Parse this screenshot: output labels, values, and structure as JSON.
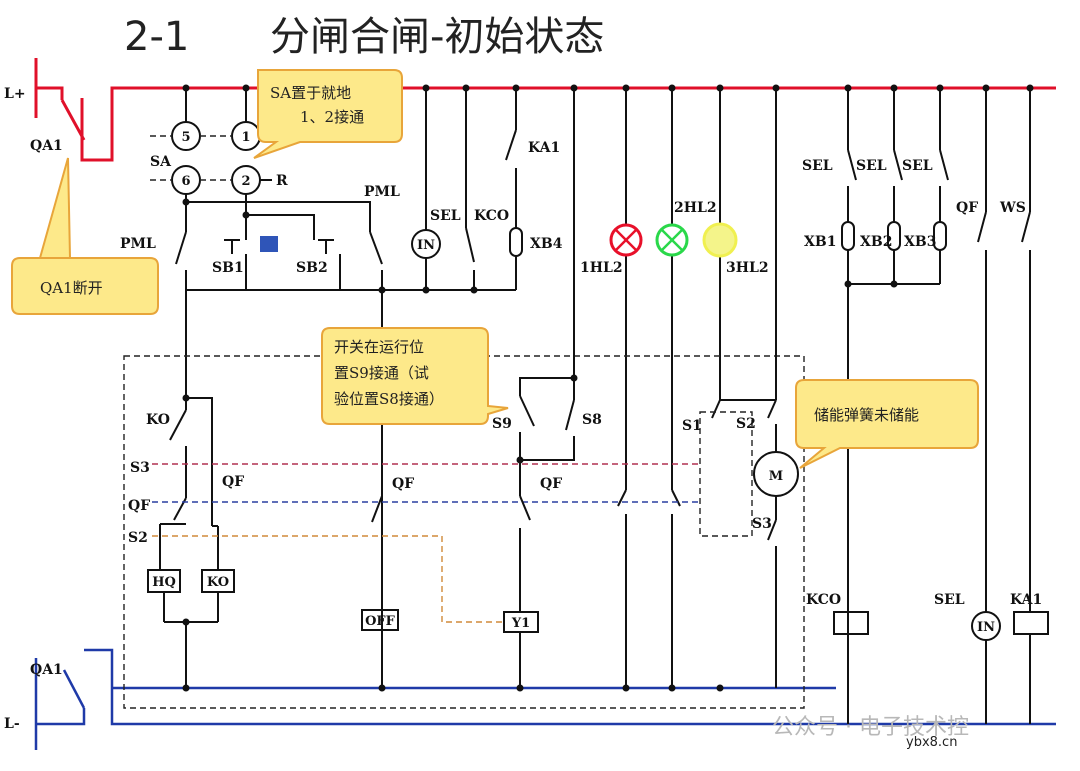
{
  "title": {
    "number": "2-1",
    "text": "分闸合闸-初始状态"
  },
  "rails": {
    "top": "L+",
    "bottom": "L-"
  },
  "callouts": {
    "sa": "SA置于就地\n1、2接通",
    "qa1": "QA1断开",
    "switch": "开关在运行位\n置S9接通（试\n验位置S8接通）",
    "spring": "储能弹簧未储能"
  },
  "labels": {
    "qa1_top": "QA1",
    "qa1_bottom": "QA1",
    "sa": "SA",
    "sa5": "5",
    "sa1": "1",
    "sa6": "6",
    "sa2": "2",
    "r": "R",
    "pml_right": "PML",
    "pml_left": "PML",
    "sb1": "SB1",
    "sb2": "SB2",
    "sel1": "SEL",
    "kco1": "KCO",
    "in1": "IN",
    "xb4": "XB4",
    "ka1_top": "KA1",
    "hl1": "1HL2",
    "hl2": "2HL2",
    "hl3": "3HL2",
    "ko_top": "KO",
    "s3_left": "S3",
    "qf_l1": "QF",
    "qf_l2": "QF",
    "s2_left": "S2",
    "hq": "HQ",
    "ko_box": "KO",
    "qf_mid": "QF",
    "off": "OFF",
    "s9": "S9",
    "s8": "S8",
    "qf_y1": "QF",
    "y1": "Y1",
    "s1": "S1",
    "s2_right": "S2",
    "m": "M",
    "s3_right": "S3",
    "sel_a": "SEL",
    "sel_b": "SEL",
    "sel_c": "SEL",
    "xb1": "XB1",
    "xb2": "XB2",
    "xb3": "XB3",
    "qf_r": "QF",
    "ws": "WS",
    "kco2": "KCO",
    "sel2": "SEL",
    "in2": "IN",
    "ka1_bottom": "KA1"
  },
  "watermark": {
    "text": "公众号 · 电子技术控",
    "site": "ybx8.cn"
  },
  "colors": {
    "positive_rail": "#e0102a",
    "negative_rail": "#1f3aa8",
    "callout_fill": "#fde98a",
    "callout_stroke": "#e8a53a",
    "lamp_red": "#e8102a",
    "lamp_green": "#2ad84a",
    "lamp_yellow": "#f0f050"
  }
}
